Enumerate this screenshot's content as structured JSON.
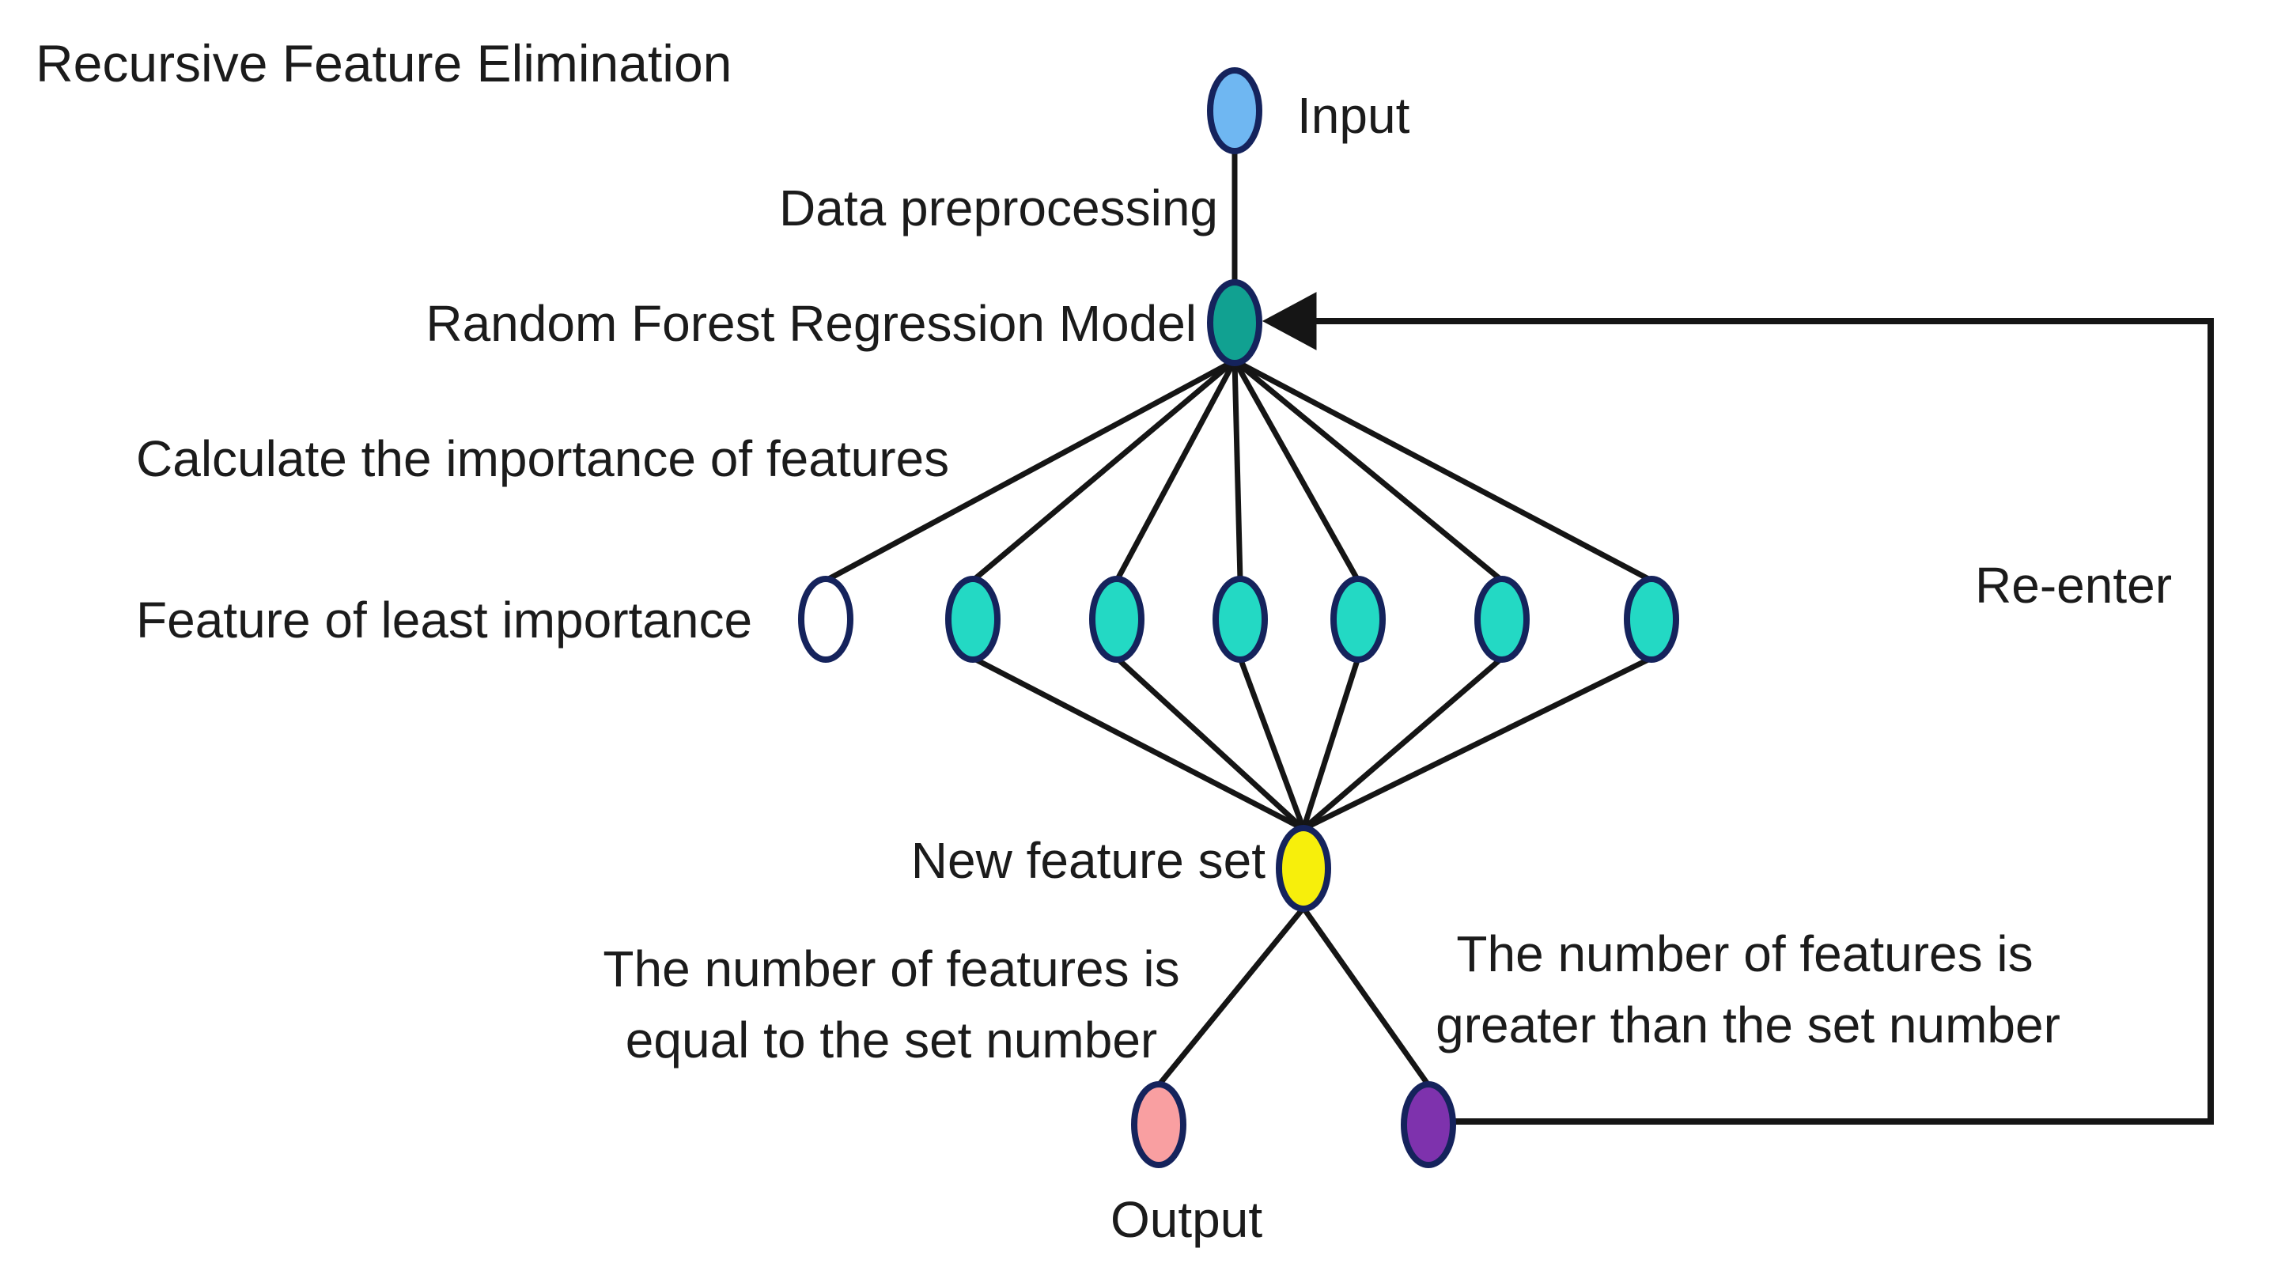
{
  "figure": {
    "title": "Recursive Feature Elimination",
    "labels": {
      "input": "Input",
      "data_preprocessing": "Data preprocessing",
      "rf_model": "Random Forest Regression Model",
      "calc_importance": "Calculate the importance of features",
      "least_importance": "Feature of least importance",
      "re_enter": "Re-enter",
      "new_feature_set": "New feature set",
      "equal_line1": "The number of features is",
      "equal_line2": "equal to the set number",
      "greater_line1": "The number of features is",
      "greater_line2": "greater than the set number",
      "output": "Output"
    },
    "feature_row": {
      "eliminated_count": 1,
      "kept_count": 6
    },
    "colors": {
      "input_node": "#6fb7f2",
      "rf_node": "#11a191",
      "feature_node": "#23d9c4",
      "eliminated_node": "#ffffff",
      "new_set_node": "#f7ef0b",
      "output_node": "#f99fa1",
      "reenter_node": "#7e32ad",
      "node_stroke": "#15235c",
      "edge": "#151515",
      "text": "#1b1b1b"
    }
  }
}
